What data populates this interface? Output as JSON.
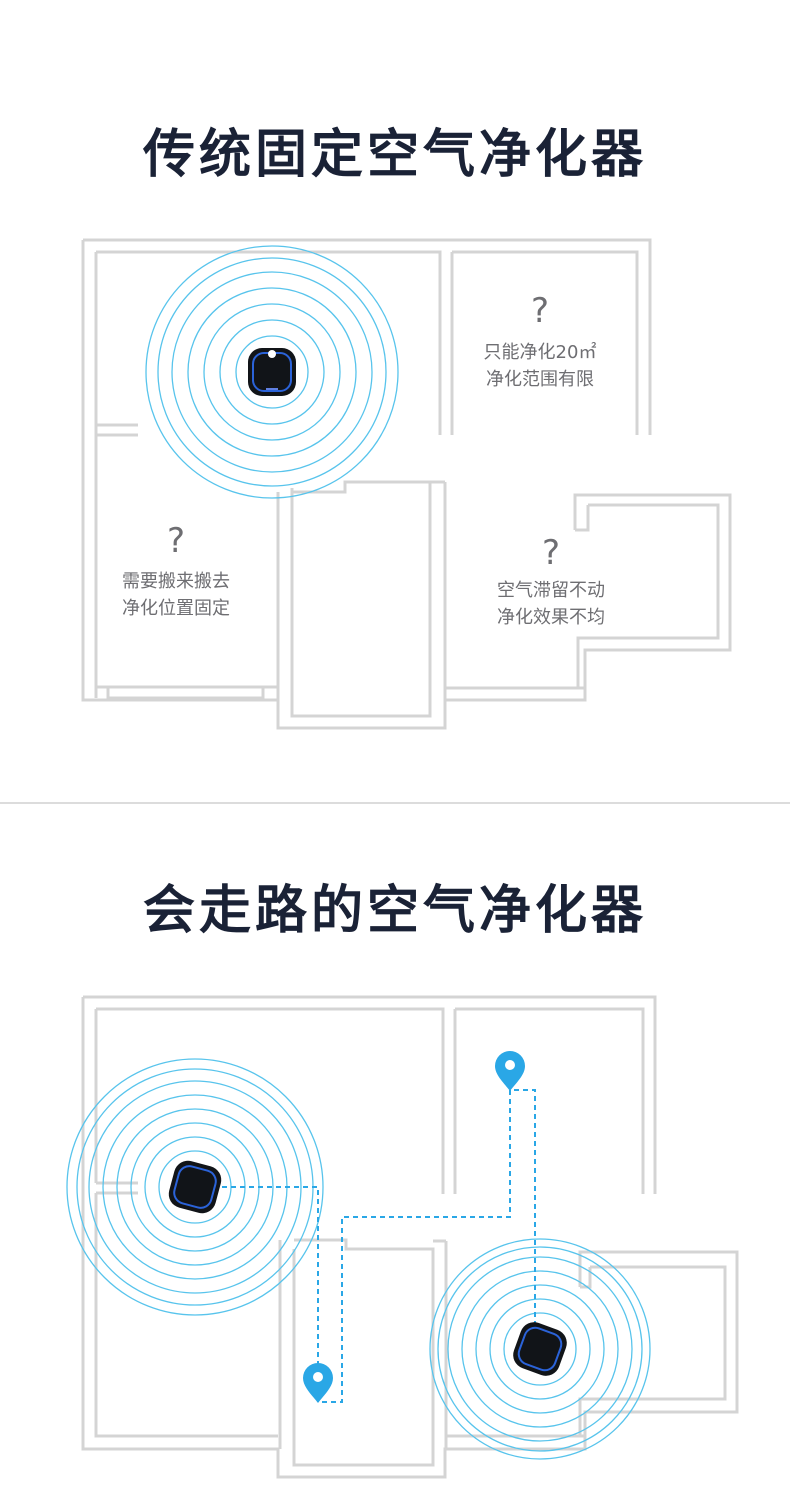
{
  "section1": {
    "title": "传统固定空气净化器",
    "question_mark": "?",
    "notes": [
      {
        "line1": "只能净化20㎡",
        "line2": "净化范围有限"
      },
      {
        "line1": "需要搬来搬去",
        "line2": "净化位置固定"
      },
      {
        "line1": "空气滞留不动",
        "line2": "净化效果不均"
      }
    ]
  },
  "section2": {
    "title": "会走路的空气净化器"
  },
  "colors": {
    "title": "#1a2236",
    "ring": "#58c4ec",
    "path": "#2aa7e6",
    "wall": "#d4d4d4",
    "note": "#6e6e72",
    "robot": "#111418",
    "robot_accent": "#2b63d9"
  },
  "icons": [
    "robot-purifier-icon",
    "location-pin-icon",
    "question-mark-icon"
  ]
}
